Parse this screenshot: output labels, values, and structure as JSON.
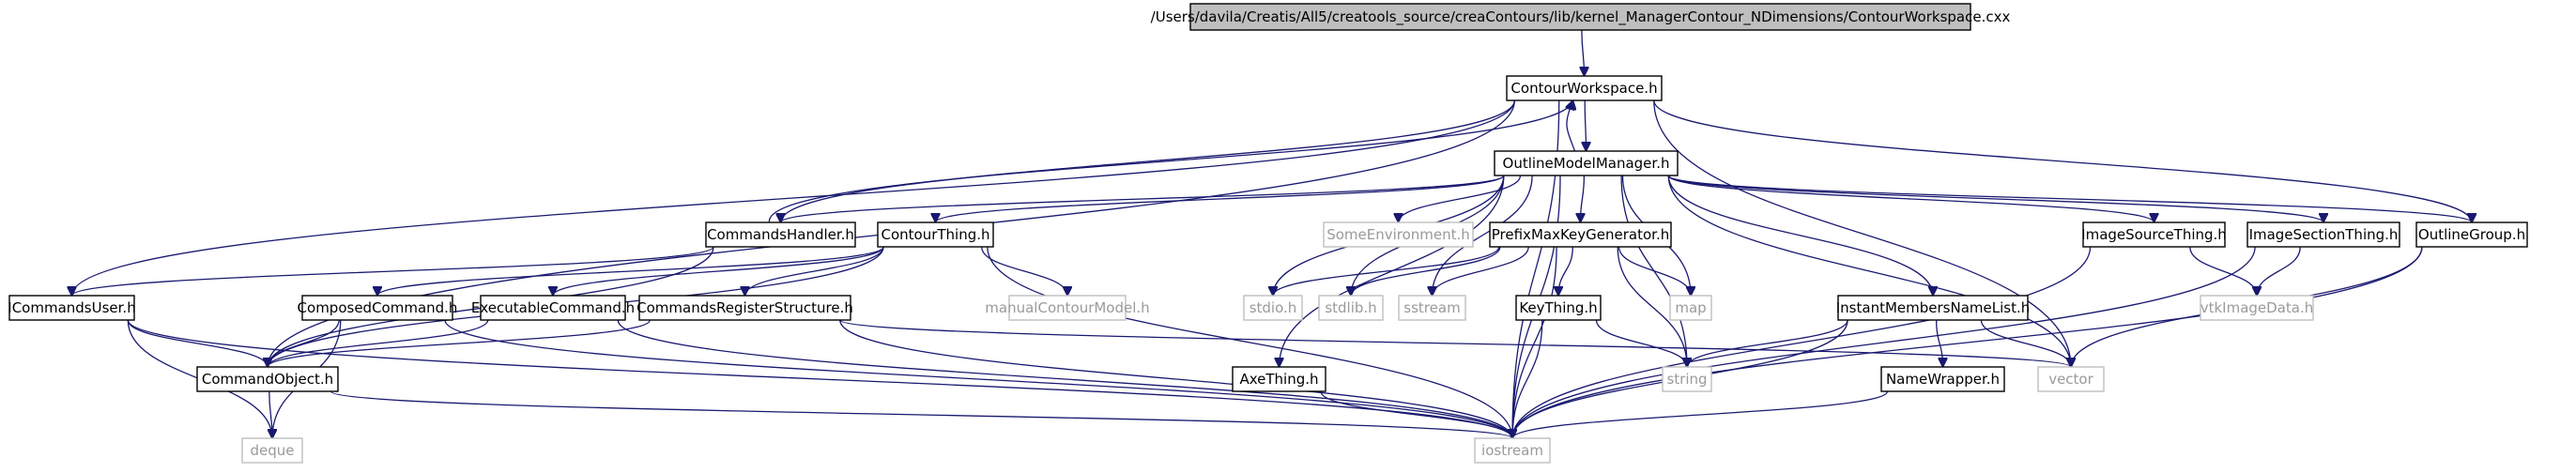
{
  "graph": {
    "title": "/Users/davila/Creatis/All5/creatools_source/creaContours/lib/kernel_ManagerContour_NDimensions/ContourWorkspace.cxx",
    "colors": {
      "edge": "#191970",
      "root_fill": "#bfbfbf",
      "system_border": "#bfbfbf",
      "system_text": "#9a9a9a"
    },
    "nodes": [
      {
        "id": "root",
        "label": "/Users/davila/Creatis/All5/creatools_source/creaContours/lib/kernel_ManagerContour_NDimensions/ContourWorkspace.cxx",
        "kind": "root"
      },
      {
        "id": "ws",
        "label": "ContourWorkspace.h",
        "kind": "header"
      },
      {
        "id": "omm",
        "label": "OutlineModelManager.h",
        "kind": "header"
      },
      {
        "id": "ch",
        "label": "CommandsHandler.h",
        "kind": "header"
      },
      {
        "id": "ct",
        "label": "ContourThing.h",
        "kind": "header"
      },
      {
        "id": "se",
        "label": "SomeEnvironment.h",
        "kind": "system"
      },
      {
        "id": "pmk",
        "label": "PrefixMaxKeyGenerator.h",
        "kind": "header"
      },
      {
        "id": "ist",
        "label": "ImageSourceThing.h",
        "kind": "header"
      },
      {
        "id": "isect",
        "label": "ImageSectionThing.h",
        "kind": "header"
      },
      {
        "id": "og",
        "label": "OutlineGroup.h",
        "kind": "header"
      },
      {
        "id": "icu",
        "label": "ICommandsUser.h",
        "kind": "header"
      },
      {
        "id": "cc",
        "label": "ComposedCommand.h",
        "kind": "header"
      },
      {
        "id": "ec",
        "label": "ExecutableCommand.h",
        "kind": "header"
      },
      {
        "id": "crs",
        "label": "CommandsRegisterStructure.h",
        "kind": "header"
      },
      {
        "id": "mcm",
        "label": "manualContourModel.h",
        "kind": "system"
      },
      {
        "id": "stdio",
        "label": "stdio.h",
        "kind": "system"
      },
      {
        "id": "stdlib",
        "label": "stdlib.h",
        "kind": "system"
      },
      {
        "id": "sstream",
        "label": "sstream",
        "kind": "system"
      },
      {
        "id": "kt",
        "label": "KeyThing.h",
        "kind": "header"
      },
      {
        "id": "map",
        "label": "map",
        "kind": "system"
      },
      {
        "id": "imnl",
        "label": "InstantMembersNameList.h",
        "kind": "header"
      },
      {
        "id": "vtk",
        "label": "vtkImageData.h",
        "kind": "system"
      },
      {
        "id": "co",
        "label": "CommandObject.h",
        "kind": "header"
      },
      {
        "id": "at",
        "label": "AxeThing.h",
        "kind": "header"
      },
      {
        "id": "string",
        "label": "string",
        "kind": "system"
      },
      {
        "id": "nw",
        "label": "NameWrapper.h",
        "kind": "header"
      },
      {
        "id": "vector",
        "label": "vector",
        "kind": "system"
      },
      {
        "id": "deque",
        "label": "deque",
        "kind": "system"
      },
      {
        "id": "iostream",
        "label": "iostream",
        "kind": "system"
      }
    ],
    "edges": [
      [
        "root",
        "ws"
      ],
      [
        "ws",
        "omm"
      ],
      [
        "ws",
        "ch"
      ],
      [
        "ws",
        "icu"
      ],
      [
        "ws",
        "co"
      ],
      [
        "ws",
        "og"
      ],
      [
        "ws",
        "vector"
      ],
      [
        "ws",
        "iostream"
      ],
      [
        "omm",
        "ws"
      ],
      [
        "omm",
        "ch"
      ],
      [
        "omm",
        "ct"
      ],
      [
        "omm",
        "se"
      ],
      [
        "omm",
        "pmk"
      ],
      [
        "omm",
        "ist"
      ],
      [
        "omm",
        "isect"
      ],
      [
        "omm",
        "og"
      ],
      [
        "omm",
        "stdio"
      ],
      [
        "omm",
        "stdlib"
      ],
      [
        "omm",
        "sstream"
      ],
      [
        "omm",
        "map"
      ],
      [
        "omm",
        "string"
      ],
      [
        "omm",
        "imnl"
      ],
      [
        "omm",
        "at"
      ],
      [
        "omm",
        "vector"
      ],
      [
        "omm",
        "iostream"
      ],
      [
        "ch",
        "ws"
      ],
      [
        "ch",
        "icu"
      ],
      [
        "ch",
        "co"
      ],
      [
        "ct",
        "cc"
      ],
      [
        "ct",
        "ec"
      ],
      [
        "ct",
        "crs"
      ],
      [
        "ct",
        "mcm"
      ],
      [
        "ct",
        "co"
      ],
      [
        "ct",
        "iostream"
      ],
      [
        "pmk",
        "stdio"
      ],
      [
        "pmk",
        "stdlib"
      ],
      [
        "pmk",
        "sstream"
      ],
      [
        "pmk",
        "kt"
      ],
      [
        "pmk",
        "map"
      ],
      [
        "pmk",
        "string"
      ],
      [
        "pmk",
        "iostream"
      ],
      [
        "ist",
        "vtk"
      ],
      [
        "ist",
        "iostream"
      ],
      [
        "isect",
        "vtk"
      ],
      [
        "isect",
        "iostream"
      ],
      [
        "og",
        "vector"
      ],
      [
        "og",
        "iostream"
      ],
      [
        "icu",
        "co"
      ],
      [
        "icu",
        "deque"
      ],
      [
        "icu",
        "iostream"
      ],
      [
        "cc",
        "co"
      ],
      [
        "cc",
        "deque"
      ],
      [
        "cc",
        "iostream"
      ],
      [
        "ec",
        "co"
      ],
      [
        "ec",
        "iostream"
      ],
      [
        "crs",
        "co"
      ],
      [
        "crs",
        "vector"
      ],
      [
        "crs",
        "iostream"
      ],
      [
        "kt",
        "string"
      ],
      [
        "kt",
        "iostream"
      ],
      [
        "imnl",
        "string"
      ],
      [
        "imnl",
        "nw"
      ],
      [
        "imnl",
        "vector"
      ],
      [
        "imnl",
        "iostream"
      ],
      [
        "co",
        "deque"
      ],
      [
        "co",
        "iostream"
      ],
      [
        "at",
        "iostream"
      ],
      [
        "nw",
        "iostream"
      ]
    ]
  }
}
